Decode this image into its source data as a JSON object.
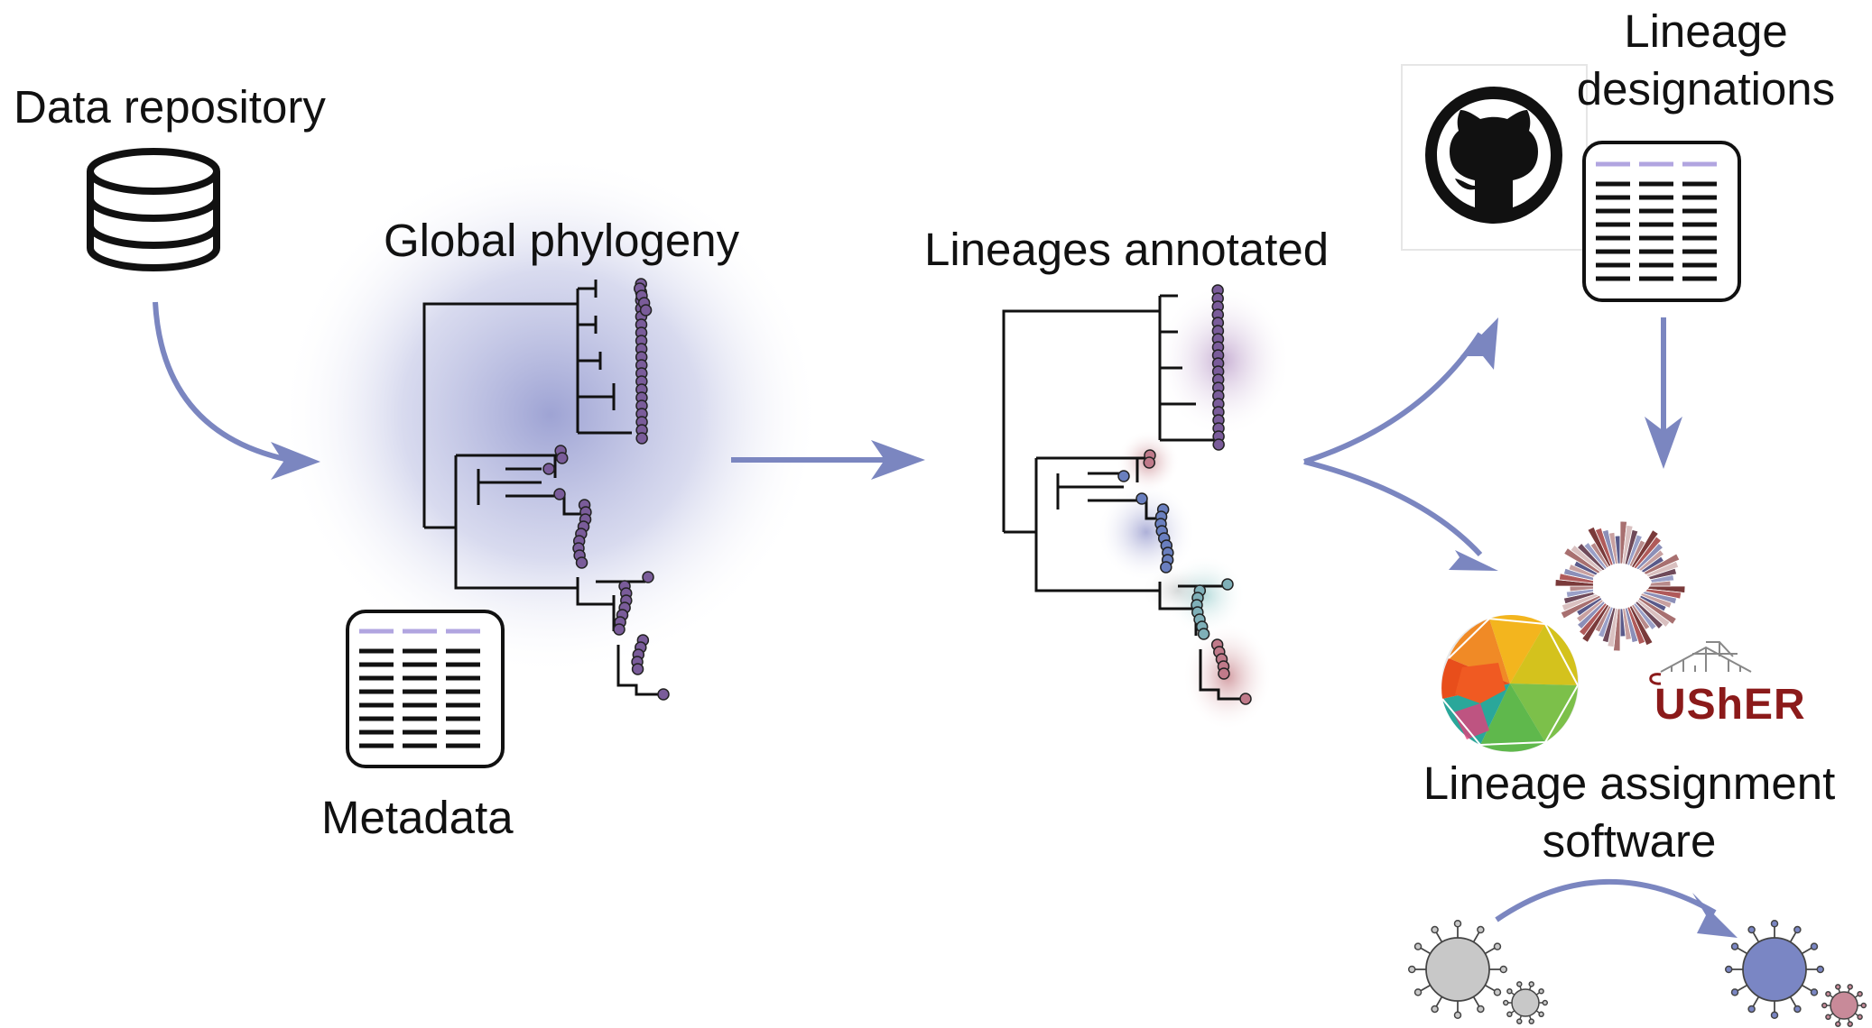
{
  "labels": {
    "data_repository": "Data repository",
    "global_phylogeny": "Global phylogeny",
    "metadata": "Metadata",
    "lineages_annotated": "Lineages annotated",
    "lineage_designations_1": "Lineage",
    "lineage_designations_2": "designations",
    "assignment_1": "Lineage assignment",
    "assignment_2": "software",
    "usher_logo": "UShER"
  },
  "colors": {
    "arrow": "#7b86c0",
    "tip_purple": "#7a5c9a",
    "tip_blue": "#6a7fbf",
    "tip_teal": "#7fb0b8",
    "tip_pink": "#c07a8a",
    "table_header": "#b1a5e0",
    "glow": "#8d93cc",
    "usher_red": "#8b1a1a",
    "virus_grey": "#c8c8c8",
    "virus_blue": "#7a86c4",
    "virus_pink": "#c88a99"
  },
  "icons": [
    "database-icon",
    "github-icon",
    "table-icon",
    "usher-logo",
    "nextclade-logo",
    "pangolin-logo",
    "virus-icon"
  ]
}
